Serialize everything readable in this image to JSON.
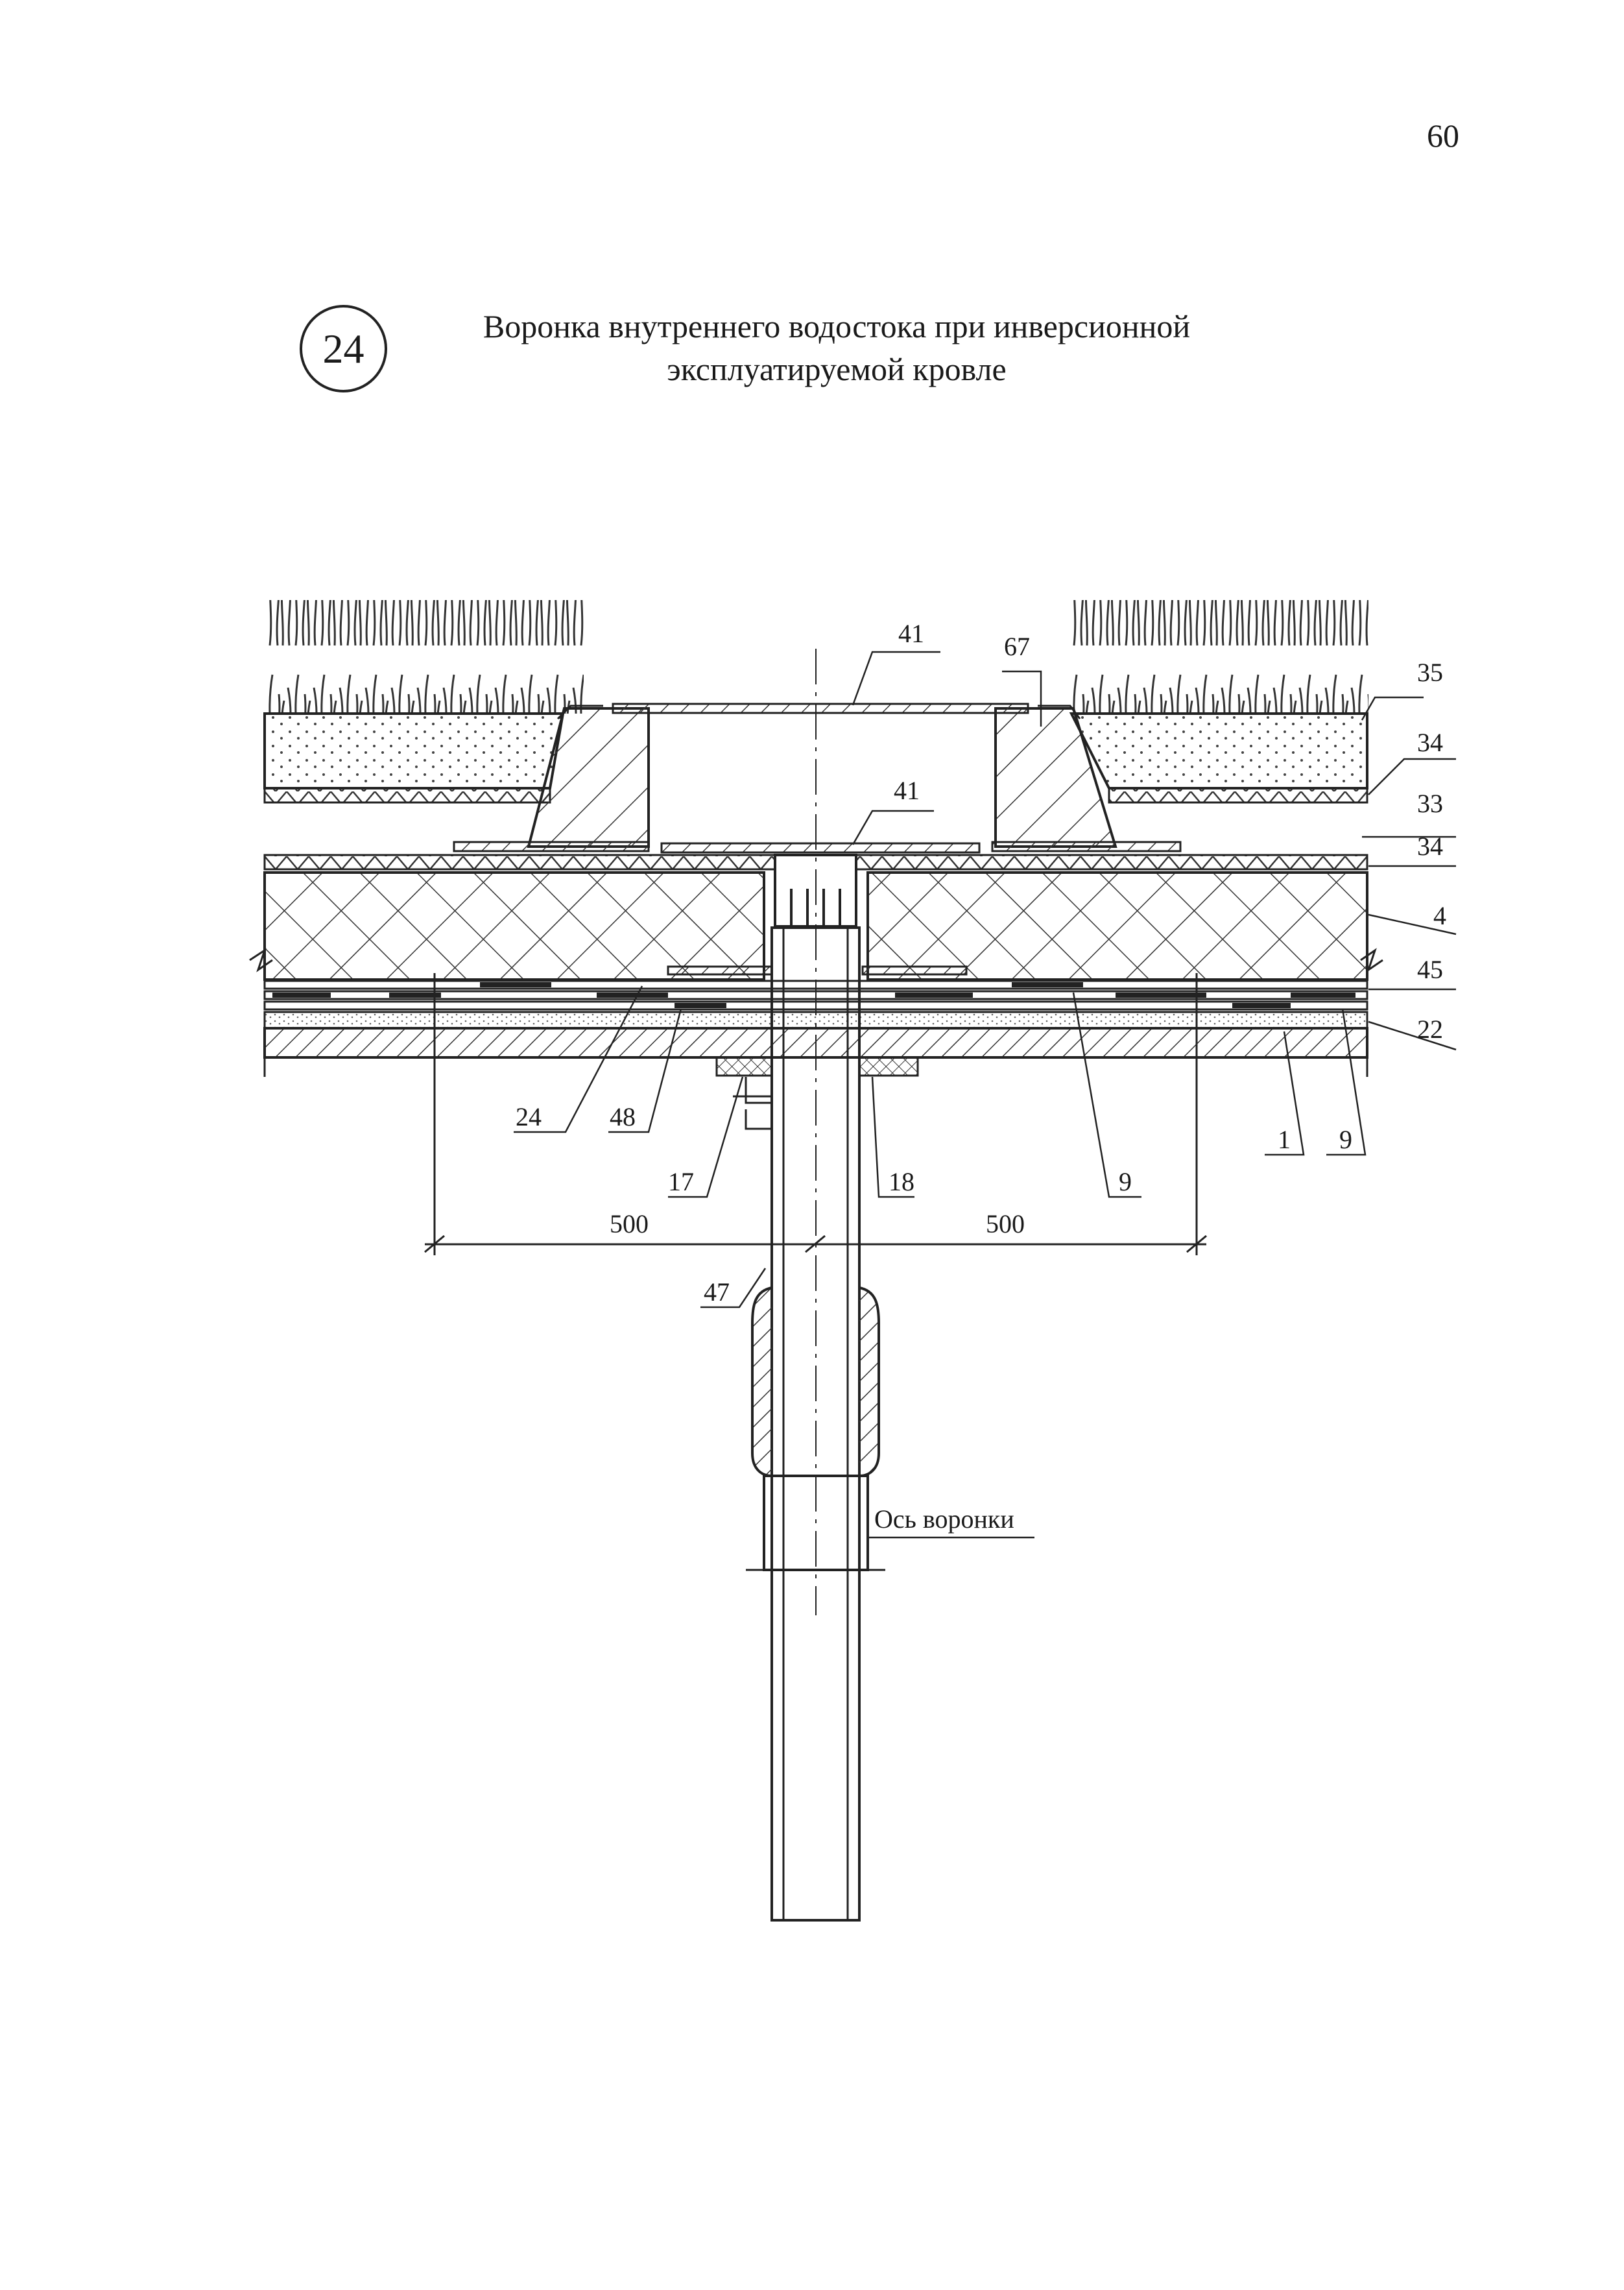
{
  "page": {
    "number": "60"
  },
  "header": {
    "badge": "24",
    "title_line1": "Воронка внутреннего водостока при инверсионной",
    "title_line2": "эксплуатируемой кровле"
  },
  "drawing": {
    "labels": {
      "l41_top": "41",
      "l67": "67",
      "l41_mid": "41",
      "l35": "35",
      "l34_top": "34",
      "l33": "33",
      "l34_bot": "34",
      "l4": "4",
      "l45": "45",
      "l22": "22",
      "l24": "24",
      "l48": "48",
      "l17": "17",
      "l18": "18",
      "l9_mid": "9",
      "l1": "1",
      "l9_right": "9",
      "l47": "47"
    },
    "dimensions": {
      "left": "500",
      "right": "500"
    },
    "axis_label": "Ось воронки"
  }
}
